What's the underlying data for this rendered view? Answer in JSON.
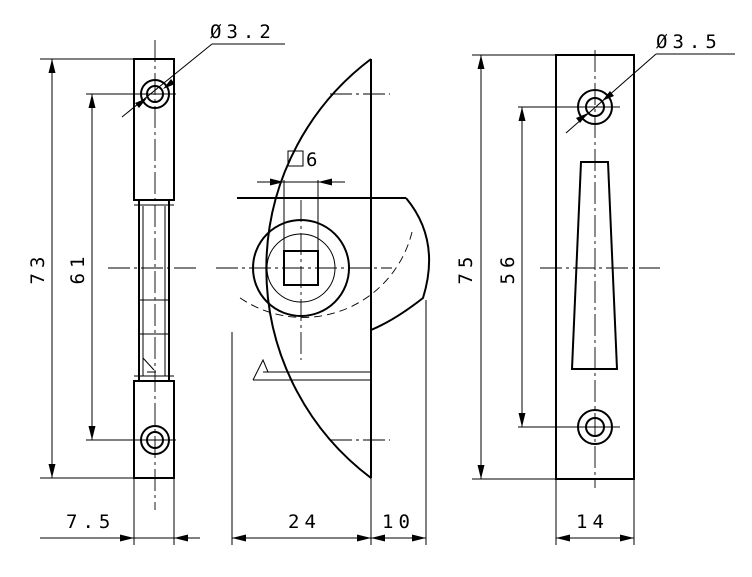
{
  "dimensions": {
    "hole_left": "Ø3.2",
    "hole_right": "Ø3.5",
    "square": "6",
    "height_left_overall": "73",
    "height_left_holes": "61",
    "height_right_overall": "75",
    "height_right_holes": "56",
    "width_left": "7.5",
    "width_body": "24",
    "width_ext": "10",
    "width_right": "14"
  }
}
